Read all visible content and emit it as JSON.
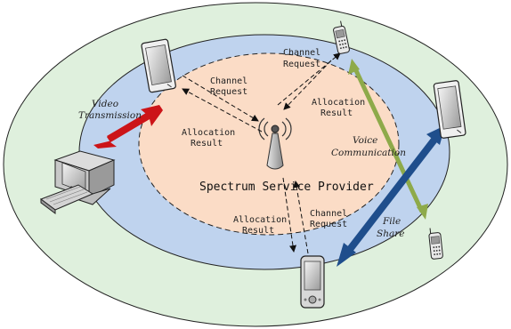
{
  "labels": {
    "provider": "Spectrum Service Provider",
    "cr_top_left_1": "Channel",
    "cr_top_left_2": "Request",
    "ar_top_left_1": "Allocation",
    "ar_top_left_2": "Result",
    "cr_top_right_1": "Channel",
    "cr_top_right_2": "Request",
    "ar_top_right_1": "Allocation",
    "ar_top_right_2": "Result",
    "ar_bottom_1": "Allocation",
    "ar_bottom_2": "Result",
    "cr_bottom_1": "Channel",
    "cr_bottom_2": "Request",
    "video_1": "Video",
    "video_2": "Transmission",
    "voice_1": "Voice",
    "voice_2": "Communication",
    "file_1": "File",
    "file_2": "Share"
  },
  "colors": {
    "outer_ring": "#dff0dd",
    "middle_ring": "#bfd3ee",
    "inner_zone": "#fbdcc6",
    "video_arrow": "#cc1418",
    "voice_arrow": "#8eaa4a",
    "file_arrow": "#1f4e8c"
  }
}
